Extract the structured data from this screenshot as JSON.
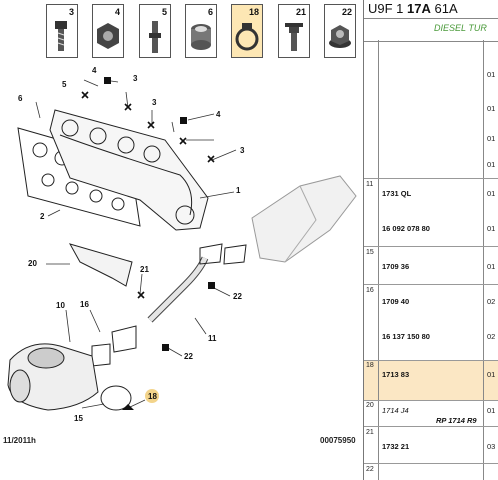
{
  "header": {
    "code_prefix": "U9F 1 ",
    "code_bold": "17A",
    "code_suffix": " 61A",
    "title": "DIESEL TUR"
  },
  "icon_row": {
    "cells": [
      {
        "number": "3",
        "icon": "bolt-icon",
        "selected": false
      },
      {
        "number": "4",
        "icon": "nut-icon",
        "selected": false
      },
      {
        "number": "5",
        "icon": "stud-icon",
        "selected": false
      },
      {
        "number": "6",
        "icon": "sleeve-icon",
        "selected": false
      },
      {
        "number": "18",
        "icon": "clamp-icon",
        "selected": true
      },
      {
        "number": "21",
        "icon": "flange-bolt-icon",
        "selected": false
      },
      {
        "number": "22",
        "icon": "flange-nut-icon",
        "selected": false
      }
    ],
    "selected_color": "#fde7b4"
  },
  "callouts": {
    "c1": "1",
    "c2": "2",
    "c3a": "3",
    "c3b": "3",
    "c3c": "3",
    "c4a": "4",
    "c4b": "4",
    "c5": "5",
    "c6": "6",
    "c10": "10",
    "c11": "11",
    "c15": "15",
    "c16": "16",
    "c18": "18",
    "c20": "20",
    "c21": "21",
    "c22a": "22",
    "c22b": "22"
  },
  "footer": {
    "date": "11/2011h",
    "ref": "00075950"
  },
  "table": {
    "highlight_color": "#fbe7c4",
    "rows": [
      {
        "num": "",
        "refs": [],
        "qty": [
          "01",
          "01",
          "01",
          "01"
        ]
      },
      {
        "num": "11",
        "refs": [
          "1731 QL",
          "16 092 078 80"
        ],
        "qty": [
          "01",
          "01"
        ]
      },
      {
        "num": "15",
        "refs": [
          "1709 36"
        ],
        "qty": [
          "01"
        ]
      },
      {
        "num": "16",
        "refs": [
          "1709 40",
          "16 137 150 80"
        ],
        "qty": [
          "02",
          "02"
        ]
      },
      {
        "num": "18",
        "refs": [
          "1713 83"
        ],
        "qty": [
          "01"
        ]
      },
      {
        "num": "20",
        "refs": [
          "1714 J4"
        ],
        "rp": "RP 1714 R9",
        "qty": [
          "01"
        ]
      },
      {
        "num": "21",
        "refs": [
          "1732 21"
        ],
        "qty": [
          "03"
        ]
      },
      {
        "num": "22",
        "refs": [],
        "qty": []
      }
    ]
  }
}
